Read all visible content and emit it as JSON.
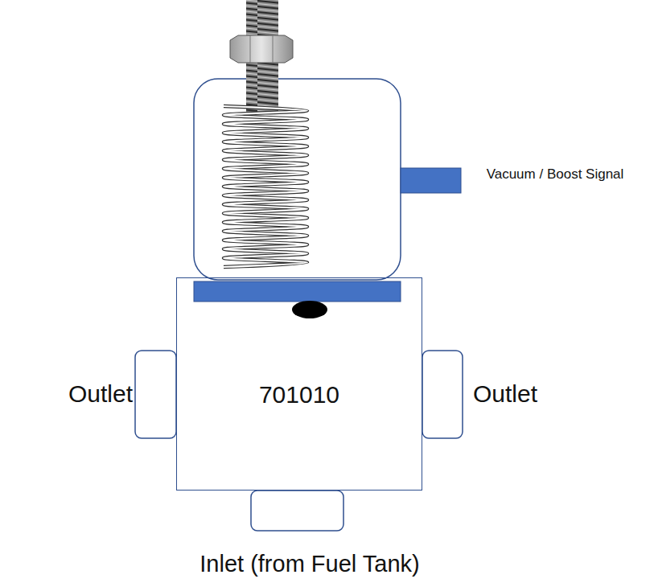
{
  "diagram": {
    "nodes": [
      {
        "text": [
          "701010"
        ]
      }
    ],
    "labels": [
      "Vacuum / Boost Signal",
      "Outlet",
      "Outlet",
      "Inlet (from Fuel Tank)"
    ]
  }
}
